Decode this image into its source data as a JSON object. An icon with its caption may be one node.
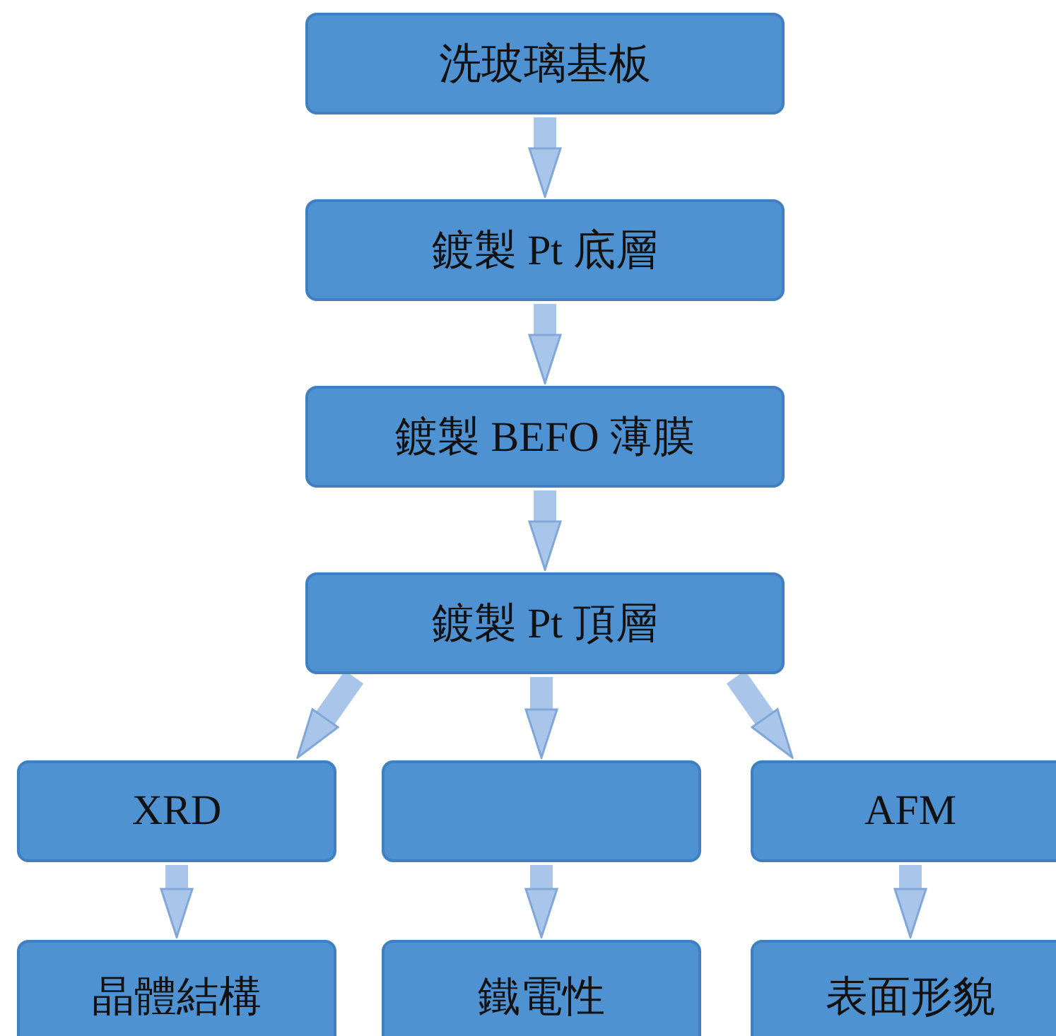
{
  "diagram": {
    "nodes": [
      {
        "text": [
          "洗玻璃基板"
        ]
      },
      {
        "text": [
          "鍍製 Pt 底層"
        ]
      },
      {
        "text": [
          "鍍製 BEFO 薄膜"
        ]
      },
      {
        "text": [
          "鍍製 Pt 頂層"
        ]
      },
      {
        "text": [
          "XRD"
        ]
      },
      {
        "text": [],
        "shape": "box"
      },
      {
        "text": [
          "AFM"
        ]
      },
      {
        "text": [
          "晶體結構"
        ]
      },
      {
        "text": [
          "鐵電性"
        ]
      },
      {
        "text": [
          "表面形貌"
        ]
      }
    ],
    "edges": [
      {
        "from": 0,
        "to": 1,
        "arrow": "to"
      },
      {
        "from": 1,
        "to": 2,
        "arrow": "to"
      },
      {
        "from": 2,
        "to": 3,
        "arrow": "to"
      },
      {
        "from": 3,
        "to": 4,
        "arrow": "to"
      },
      {
        "from": 3,
        "to": 5,
        "arrow": "to"
      },
      {
        "from": 3,
        "to": 6,
        "arrow": "to"
      },
      {
        "from": 4,
        "to": 7,
        "arrow": "to"
      },
      {
        "from": 5,
        "to": 8,
        "arrow": "to"
      },
      {
        "from": 6,
        "to": 9,
        "arrow": "to"
      }
    ]
  }
}
